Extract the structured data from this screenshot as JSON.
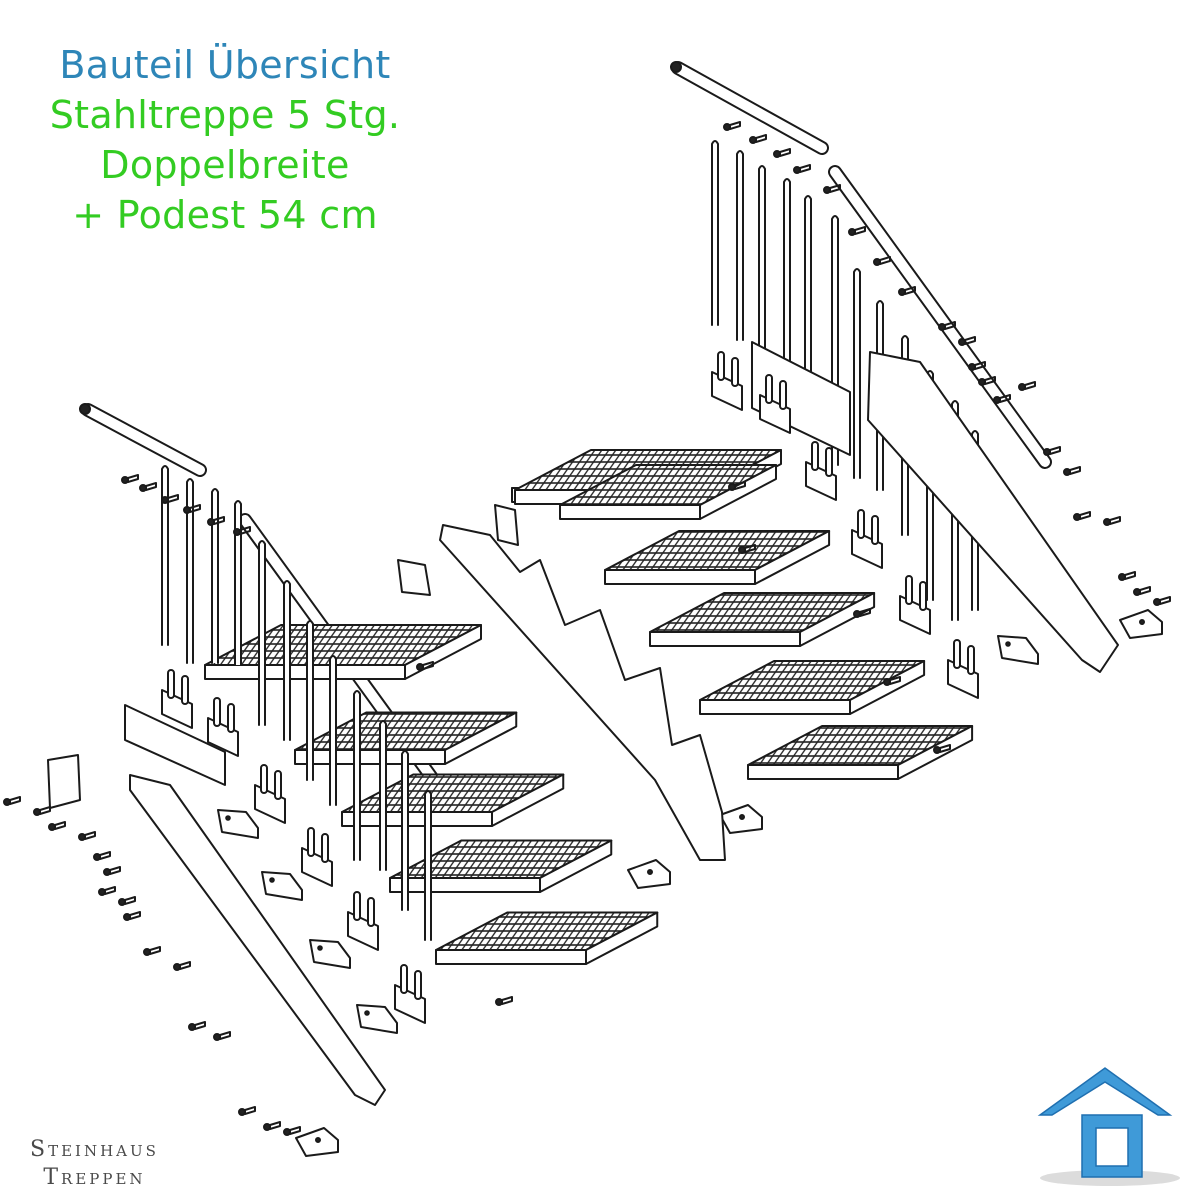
{
  "title": {
    "line1": "Bauteil Übersicht",
    "line2": "Stahltreppe 5 Stg.",
    "line3": "Doppelbreite",
    "line4": "+ Podest 54 cm"
  },
  "colors": {
    "line1": "#2e86b8",
    "lines_green": "#33cc22",
    "stroke": "#1a1a1a",
    "logo_blue": "#3f9ad8",
    "logo_blue_dark": "#1f6fb0"
  },
  "brand": {
    "line1": "Steinhaus",
    "line2": "Treppen"
  },
  "icons": {
    "logo": "house-logo-icon"
  }
}
